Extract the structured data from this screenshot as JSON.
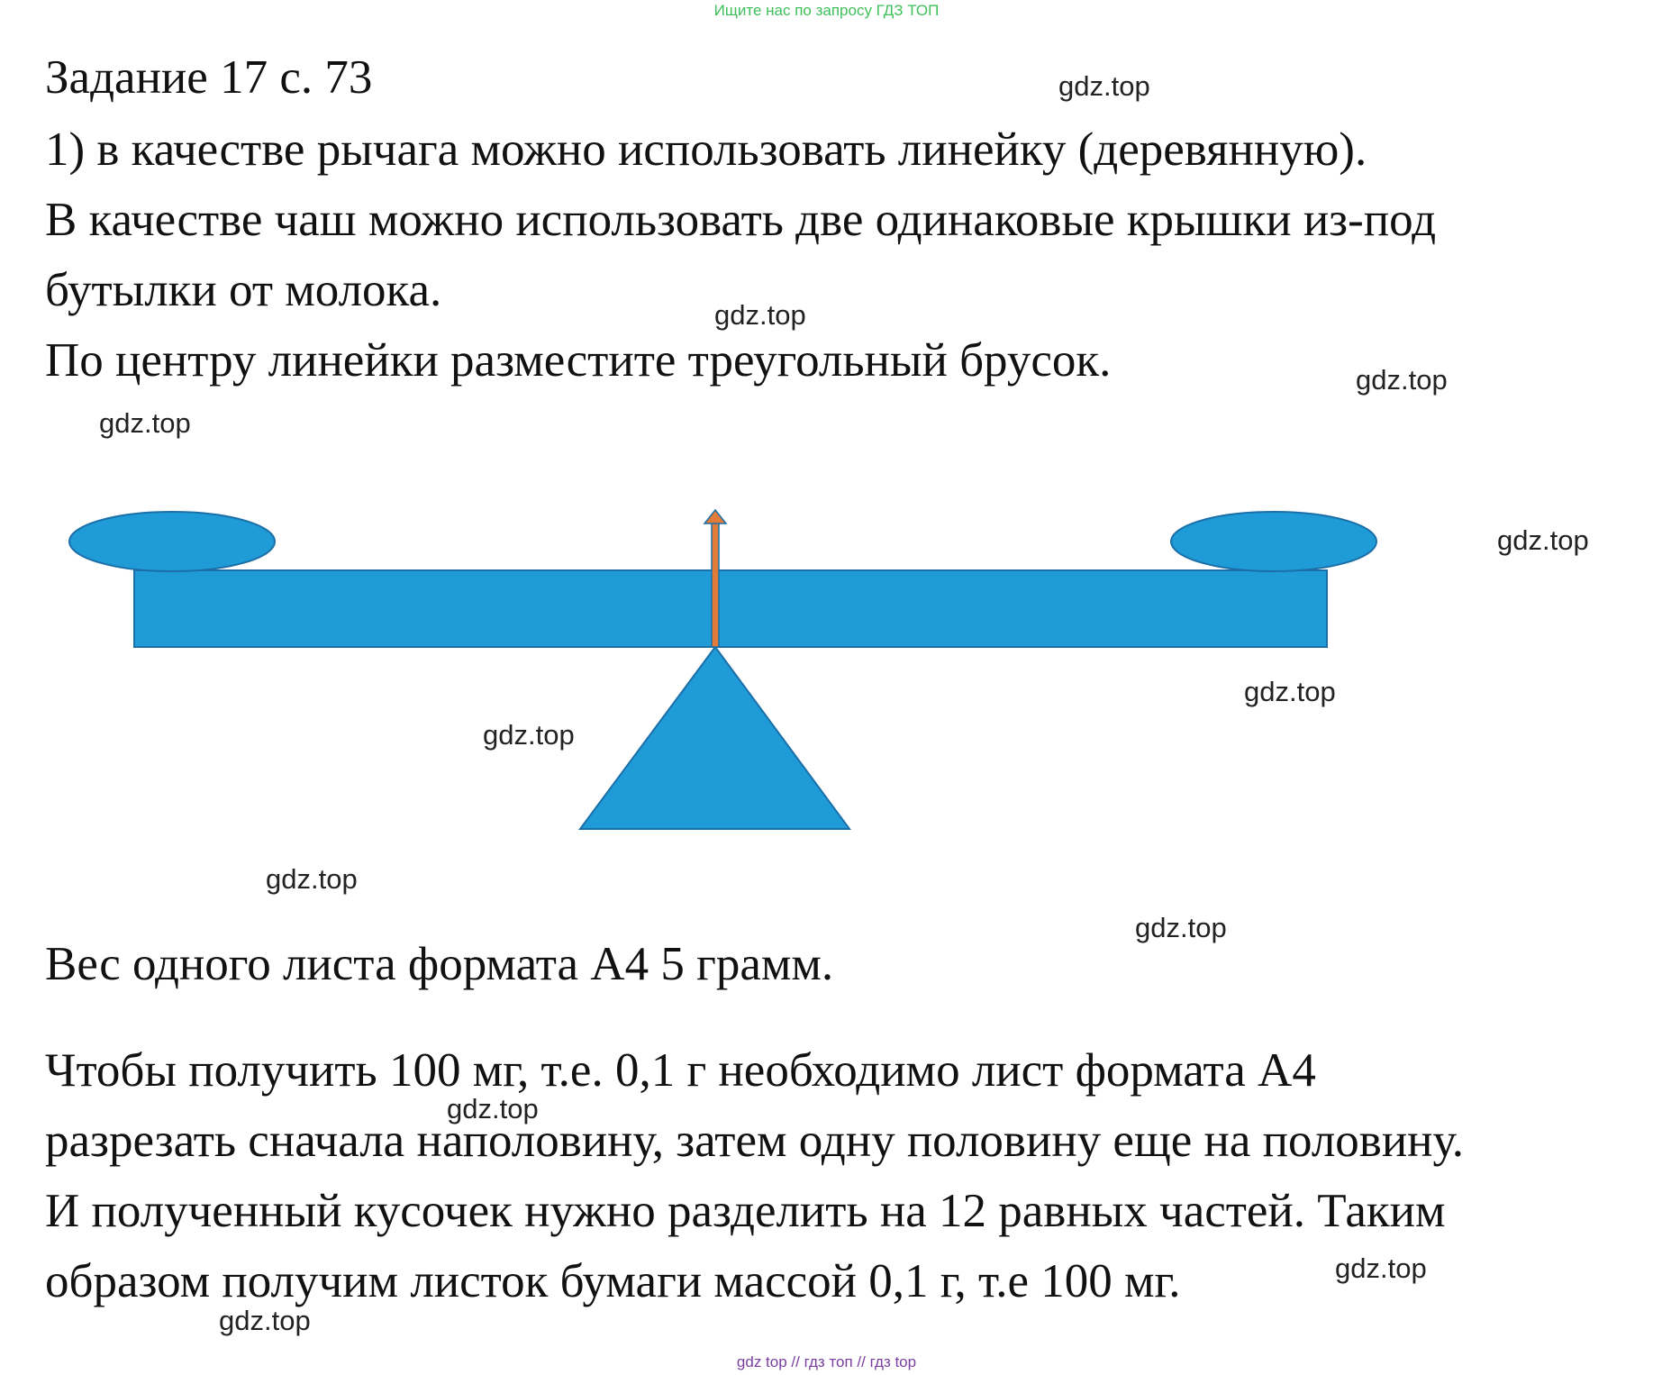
{
  "header": {
    "banner": "Ищите нас по запросу ГДЗ ТОП"
  },
  "task": {
    "title": "Задание 17 с. 73",
    "lines": [
      "1) в качестве рычага можно использовать линейку (деревянную).",
      "В качестве чаш можно использовать две одинаковые крышки из-под",
      "бутылки от молока.",
      "По центру линейки разместите треугольный брусок."
    ]
  },
  "diagram": {
    "description_icon": "balance-scale-icon",
    "colors": {
      "fill": "#1f9bd7",
      "stroke": "#1b6fa8",
      "pointer": "#e07b39"
    }
  },
  "weight_text": "Вес одного листа формата А4 5 грамм.",
  "solution": {
    "lines": [
      "Чтобы получить 100 мг, т.е. 0,1 г необходимо лист формата А4",
      "разрезать сначала наполовину, затем одну половину еще на половину.",
      "И полученный кусочек нужно разделить на 12 равных частей. Таким",
      "образом получим листок бумаги массой 0,1 г, т.е 100 мг."
    ]
  },
  "watermark": "gdz.top",
  "footer": {
    "banner": "gdz top // гдз топ // гдз top"
  }
}
